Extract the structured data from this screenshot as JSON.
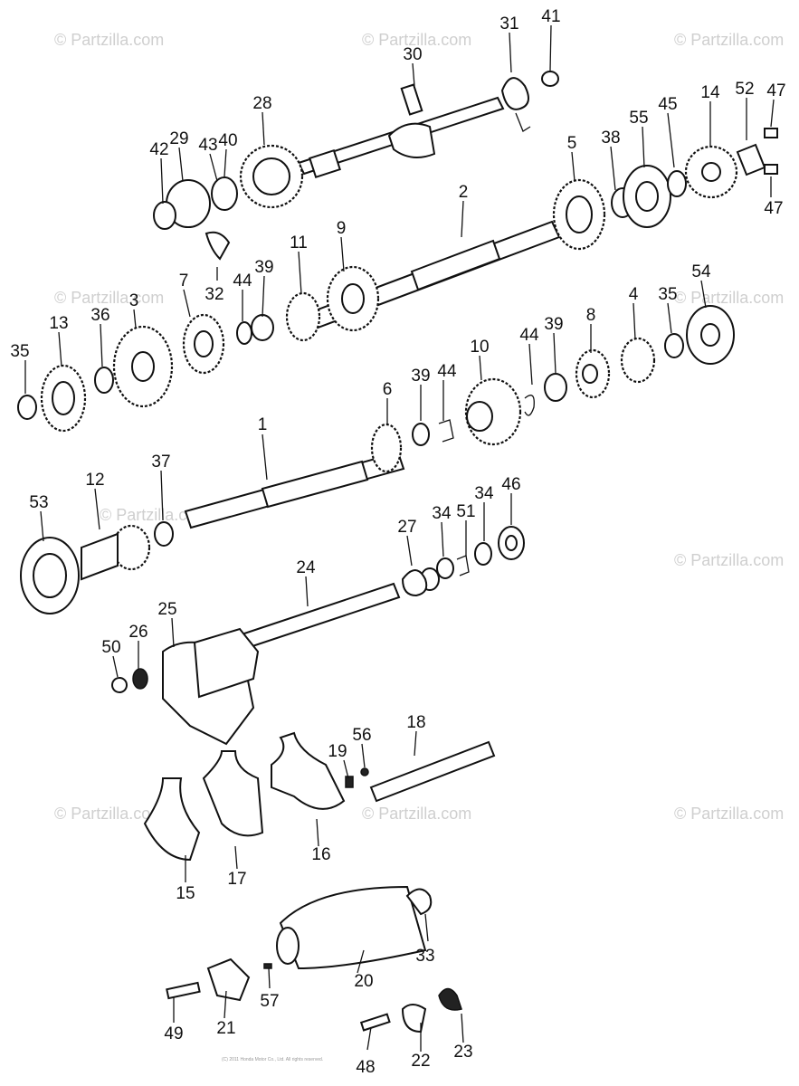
{
  "watermark": "© Partzilla.com",
  "footer": "(C) 2011 Honda Motor Co., Ltd. All rights reserved.",
  "callouts": [
    "1",
    "2",
    "3",
    "4",
    "5",
    "6",
    "7",
    "8",
    "9",
    "10",
    "11",
    "12",
    "13",
    "14",
    "15",
    "16",
    "17",
    "18",
    "19",
    "20",
    "21",
    "22",
    "23",
    "24",
    "25",
    "26",
    "27",
    "28",
    "29",
    "30",
    "31",
    "32",
    "33",
    "34",
    "34",
    "35",
    "35",
    "36",
    "37",
    "38",
    "39",
    "39",
    "39",
    "40",
    "41",
    "42",
    "43",
    "44",
    "44",
    "44",
    "45",
    "46",
    "47",
    "47",
    "48",
    "49",
    "50",
    "51",
    "52",
    "53",
    "54",
    "55",
    "56",
    "57"
  ]
}
